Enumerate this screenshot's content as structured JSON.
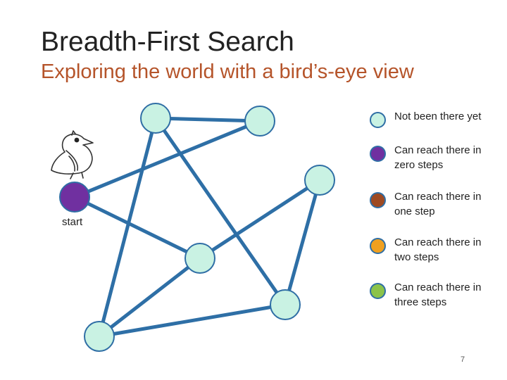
{
  "slide": {
    "title": "Breadth-First Search",
    "subtitle": "Exploring the world with a bird’s-eye view",
    "page_number": "7"
  },
  "graph": {
    "start_label": "start",
    "node_outline": "#2f6ea5",
    "edge_color": "#2e6fa6",
    "nodes": [
      {
        "id": "top-left",
        "state": "unvisited"
      },
      {
        "id": "top-right",
        "state": "unvisited"
      },
      {
        "id": "start",
        "state": "zero"
      },
      {
        "id": "right",
        "state": "unvisited"
      },
      {
        "id": "center",
        "state": "unvisited"
      },
      {
        "id": "lower-right",
        "state": "unvisited"
      },
      {
        "id": "bottom-left",
        "state": "unvisited"
      }
    ],
    "edges": [
      [
        "top-left",
        "top-right"
      ],
      [
        "top-right",
        "start"
      ],
      [
        "start",
        "center"
      ],
      [
        "top-left",
        "lower-right"
      ],
      [
        "top-left",
        "bottom-left"
      ],
      [
        "center",
        "right"
      ],
      [
        "center",
        "bottom-left"
      ],
      [
        "right",
        "lower-right"
      ],
      [
        "bottom-left",
        "lower-right"
      ]
    ]
  },
  "legend": [
    {
      "label": "Not been there yet",
      "color": "#c9f2e3",
      "state": "unvisited"
    },
    {
      "label": "Can reach there in zero steps",
      "color": "#7030a0",
      "state": "zero"
    },
    {
      "label": "Can reach there in one step",
      "color": "#9e4a22",
      "state": "one"
    },
    {
      "label": "Can reach there in two steps",
      "color": "#f0a020",
      "state": "two"
    },
    {
      "label": "Can reach there in three steps",
      "color": "#8bc34a",
      "state": "three"
    }
  ],
  "icons": {
    "mascot": "bird-icon"
  }
}
